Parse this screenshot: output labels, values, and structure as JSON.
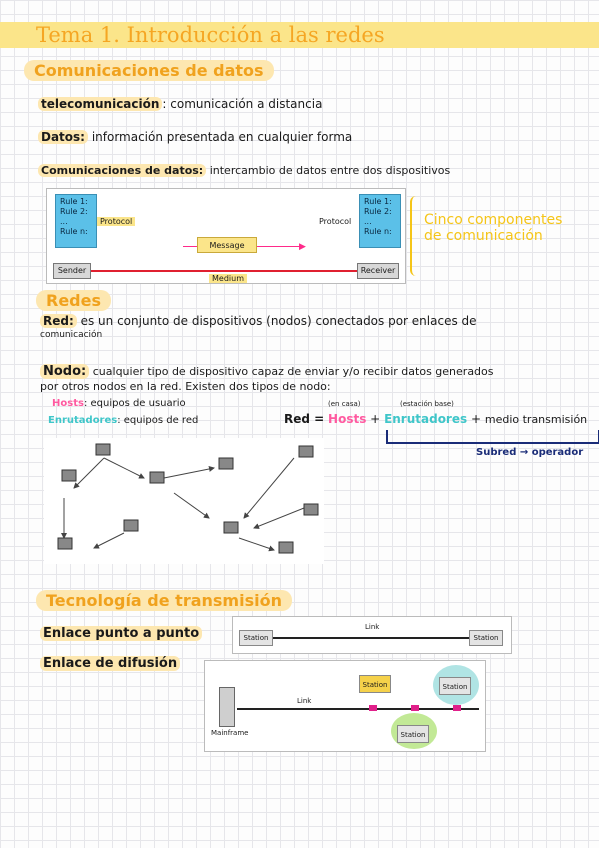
{
  "title": "Tema 1. Introducción a las redes",
  "section1": "Comunicaciones de datos",
  "tele": {
    "term": "telecomunicación",
    "def": ": comunicación a distancia"
  },
  "datos": {
    "term": "Datos:",
    "def": "información presentada en cualquier forma"
  },
  "comdatos": {
    "term": "Comunicaciones de datos:",
    "def": "intercambio de datos entre dos dispositivos"
  },
  "diagram1": {
    "rules_left": "Rule 1:\nRule 2:\n...\nRule n:",
    "rules_right": "Rule 1:\nRule 2:\n...\nRule n:",
    "protocol_left": "Protocol",
    "protocol_right": "Protocol",
    "message": "Message",
    "sender": "Sender",
    "receiver": "Receiver",
    "medium": "Medium",
    "note": "Cinco componentes\nde comunicación"
  },
  "section2": "Redes",
  "red": {
    "term": "Red:",
    "def": "es un conjunto de dispositivos (nodos) conectados por enlaces de",
    "def2": "comunicación"
  },
  "nodo": {
    "term": "Nodo:",
    "def": "cualquier tipo de dispositivo capaz de enviar y/o recibir datos generados",
    "def2": "por otros nodos en la red. Existen dos tipos de nodo:"
  },
  "hosts": {
    "term": "Hosts",
    "def": ": equipos de usuario"
  },
  "enrut": {
    "term": "Enrutadores",
    "def": ": equipos de red"
  },
  "formula": {
    "red": "Red =",
    "hosts": "Hosts",
    "plus1": "+",
    "enrut": "Enrutadores",
    "plus2": "+",
    "medio": "medio transmisión",
    "note_hosts": "(en casa)",
    "note_enrut": "(estación base)",
    "subred": "Subred → operador"
  },
  "section3": "Tecnología de transmisión",
  "p2p": {
    "term": "Enlace punto a punto",
    "station_l": "Station",
    "station_r": "Station",
    "link": "Link"
  },
  "broadcast": {
    "term": "Enlace de difusión",
    "link": "Link",
    "mainframe": "Mainframe",
    "station1": "Station",
    "station2": "Station",
    "station3": "Station"
  },
  "colors": {
    "accent": "#f5a623",
    "pink": "#ff5aa0",
    "cyan": "#3fc6c9",
    "navy": "#1a2c78"
  }
}
